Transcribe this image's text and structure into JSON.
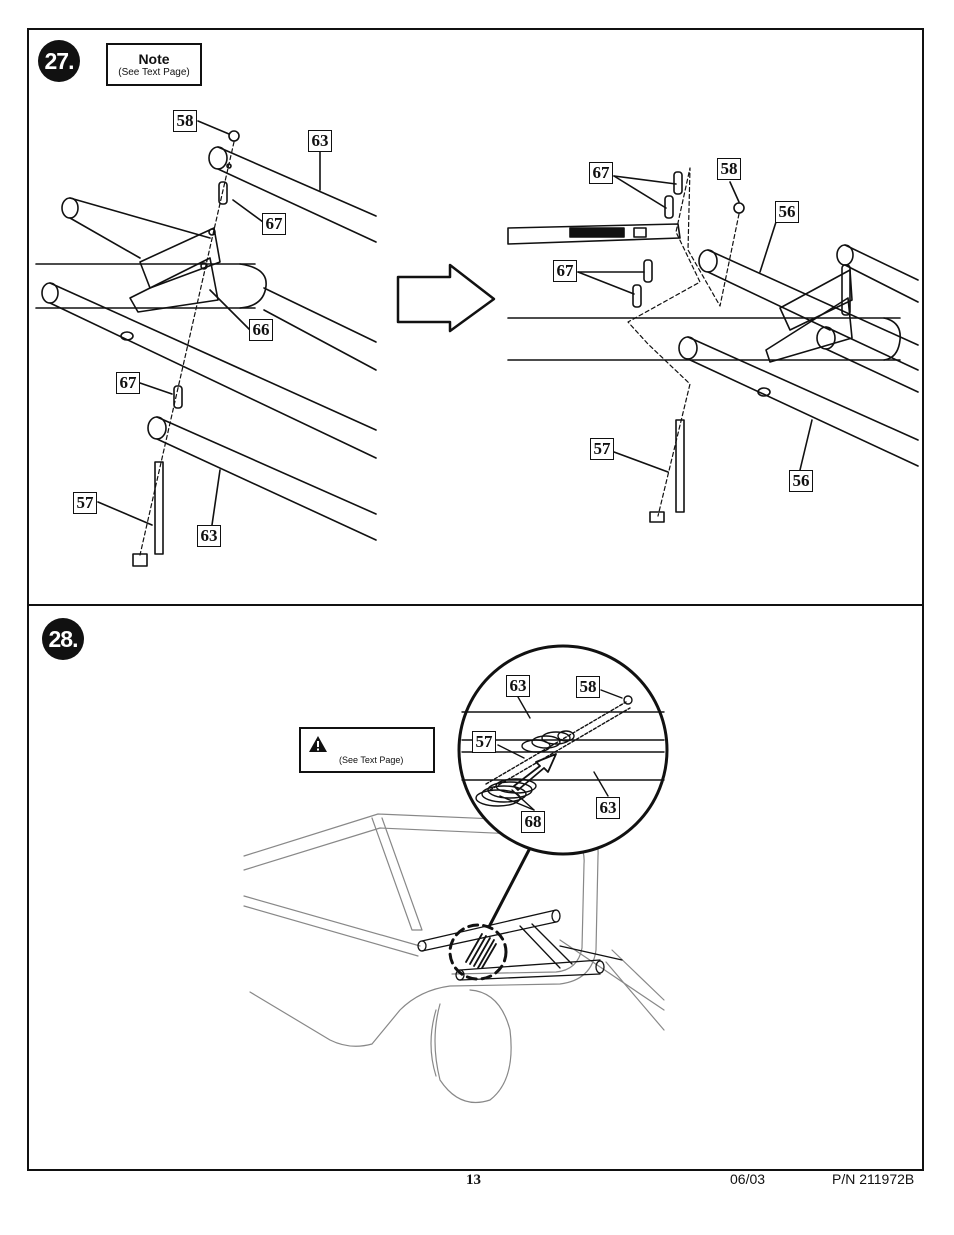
{
  "step27": {
    "number": "27.",
    "note": {
      "title": "Note",
      "sub": "(See Text Page)"
    },
    "left_labels": [
      "58",
      "63",
      "67",
      "66",
      "67",
      "57",
      "63"
    ],
    "right_labels": [
      "67",
      "58",
      "56",
      "67",
      "57",
      "56"
    ]
  },
  "step28": {
    "number": "28.",
    "warning": {
      "sub": "(See Text Page)",
      "icon": "warning-triangle-icon"
    },
    "detail_labels": [
      "63",
      "58",
      "57",
      "63",
      "68"
    ]
  },
  "footer": {
    "page": "13",
    "date": "06/03",
    "part": "P/N 211972B"
  }
}
